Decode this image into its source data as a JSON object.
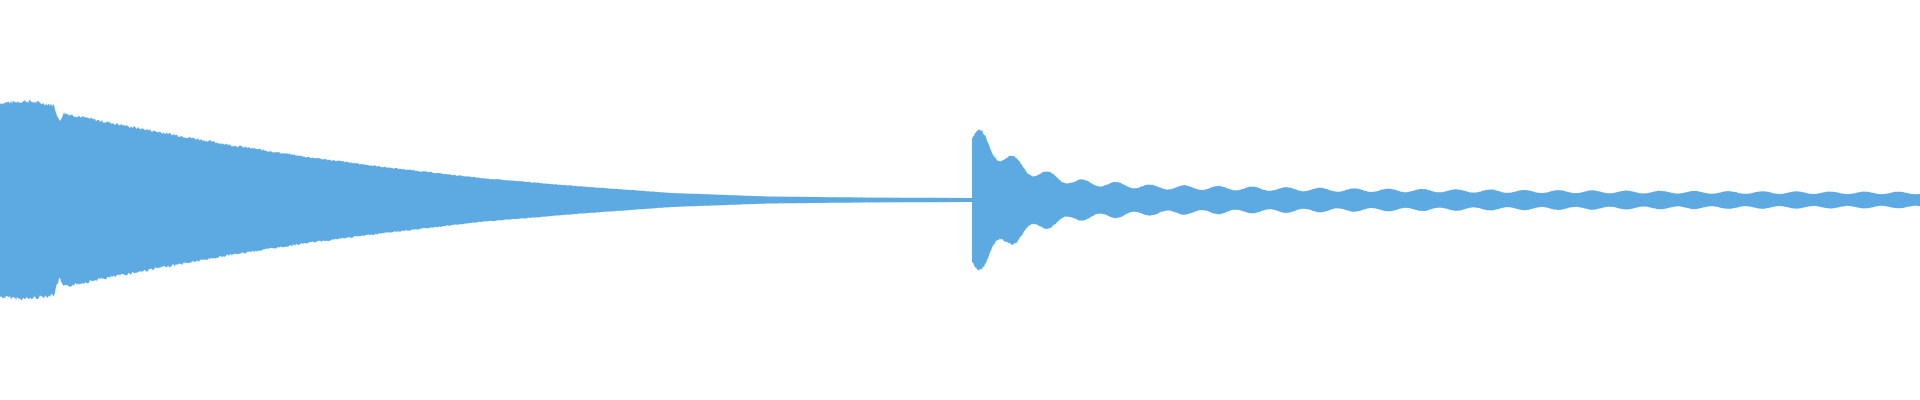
{
  "waveform": {
    "color": "#5DAAE2",
    "background": "#FFFFFF",
    "amplitude_scale": "linear",
    "channels": 1,
    "segments": [
      {
        "name": "first-sound",
        "start_fraction": 0.0,
        "end_fraction": 0.506,
        "envelope": [
          {
            "t": 0.0,
            "amp": 0.97
          },
          {
            "t": 0.014,
            "amp": 0.99
          },
          {
            "t": 0.028,
            "amp": 0.95
          },
          {
            "t": 0.031,
            "amp": 0.78
          },
          {
            "t": 0.033,
            "amp": 0.87
          },
          {
            "t": 0.05,
            "amp": 0.8
          },
          {
            "t": 0.08,
            "amp": 0.69
          },
          {
            "t": 0.12,
            "amp": 0.55
          },
          {
            "t": 0.16,
            "amp": 0.43
          },
          {
            "t": 0.2,
            "amp": 0.33
          },
          {
            "t": 0.25,
            "amp": 0.22
          },
          {
            "t": 0.3,
            "amp": 0.14
          },
          {
            "t": 0.35,
            "amp": 0.07
          },
          {
            "t": 0.4,
            "amp": 0.035
          },
          {
            "t": 0.45,
            "amp": 0.025
          },
          {
            "t": 0.506,
            "amp": 0.02
          }
        ]
      },
      {
        "name": "second-sound",
        "start_fraction": 0.506,
        "end_fraction": 1.0,
        "envelope": [
          {
            "t": 0.506,
            "amp": 0.62
          },
          {
            "t": 0.513,
            "amp": 0.58
          },
          {
            "t": 0.525,
            "amp": 0.4
          },
          {
            "t": 0.54,
            "amp": 0.27
          },
          {
            "t": 0.56,
            "amp": 0.18
          },
          {
            "t": 0.6,
            "amp": 0.13
          },
          {
            "t": 0.7,
            "amp": 0.1
          },
          {
            "t": 0.8,
            "amp": 0.085
          },
          {
            "t": 0.9,
            "amp": 0.075
          },
          {
            "t": 1.0,
            "amp": 0.07
          }
        ],
        "wobble_depth": 0.35
      }
    ]
  }
}
